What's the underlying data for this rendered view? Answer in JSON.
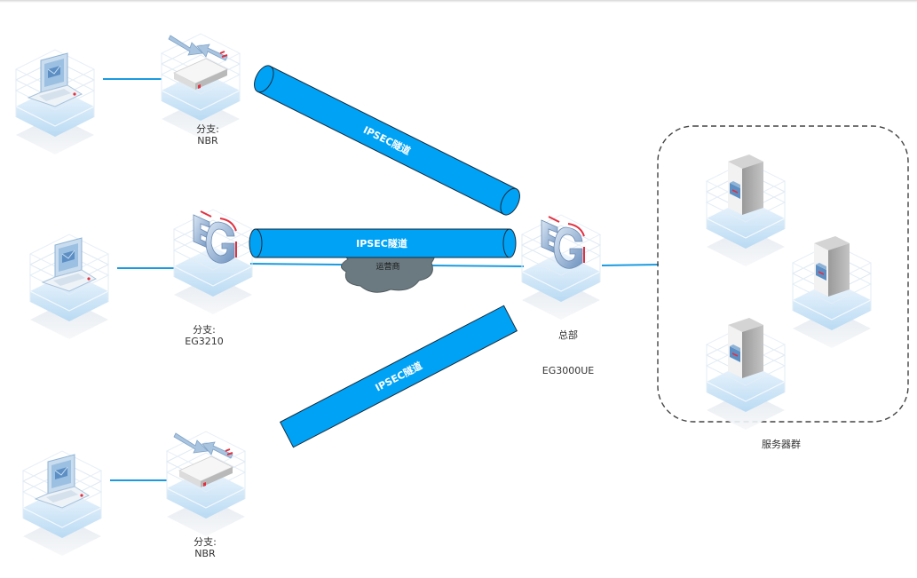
{
  "title": "IPSEC VPN network topology",
  "colors": {
    "tunnel_fill": "#00a2f5",
    "tunnel_stroke": "#1a2a3a",
    "link_line": "#1a9be0",
    "cloud_fill": "#6b7a80",
    "accent_red": "#e23040",
    "label_text": "#333333"
  },
  "nodes": {
    "branch1": {
      "icon": "router-nbr-icon",
      "label_line1": "分支:",
      "label_line2": "NBR"
    },
    "branch2": {
      "icon": "eg-gateway-icon",
      "label_line1": "分支:",
      "label_line2": "EG3210"
    },
    "branch3": {
      "icon": "router-nbr-icon",
      "label_line1": "分支:",
      "label_line2": "NBR"
    },
    "hq": {
      "icon": "eg-gateway-icon",
      "label_line1": "总部",
      "label_line2": "EG3000UE"
    },
    "pc1": {
      "icon": "laptop-icon"
    },
    "pc2": {
      "icon": "laptop-icon"
    },
    "pc3": {
      "icon": "laptop-icon"
    },
    "server_group": {
      "label": "服务器群",
      "servers": [
        "server-icon",
        "server-icon",
        "server-icon"
      ]
    }
  },
  "tunnels": [
    {
      "label": "IPSEC隧道"
    },
    {
      "label": "IPSEC隧道"
    },
    {
      "label": "IPSEC隧道"
    }
  ],
  "cloud": {
    "label": "运营商"
  }
}
